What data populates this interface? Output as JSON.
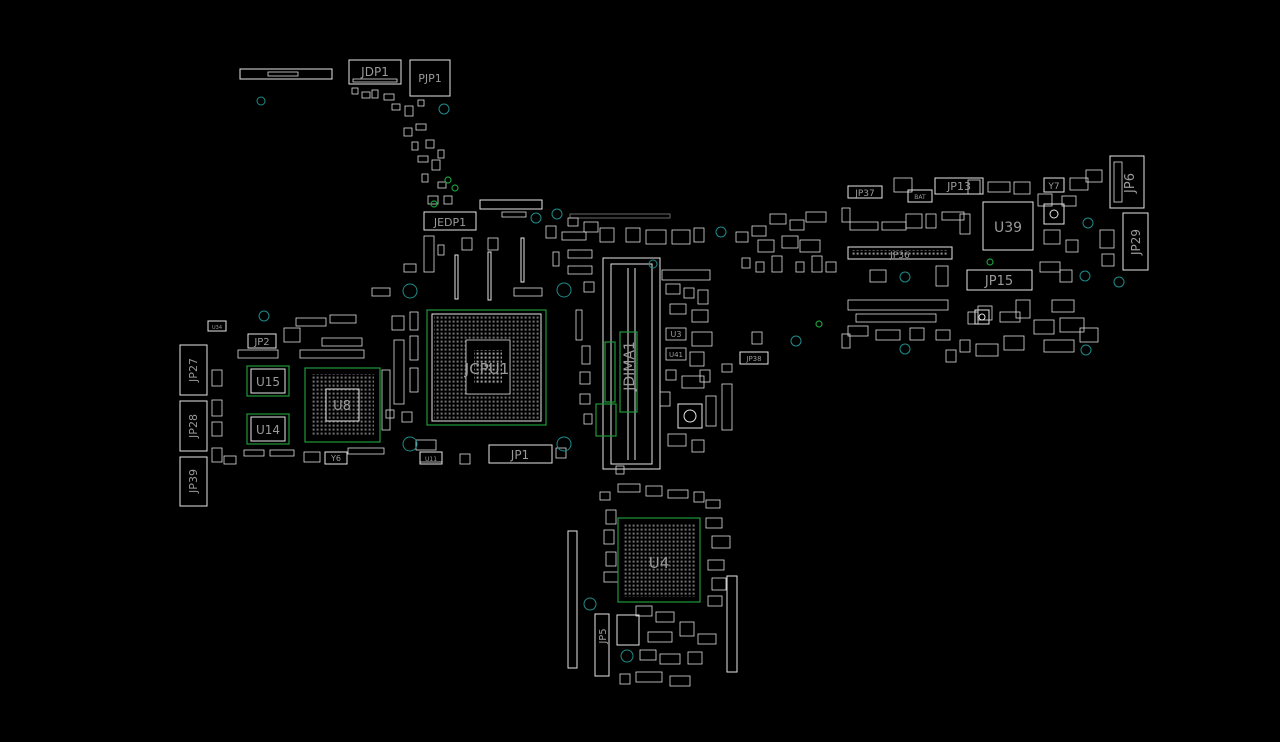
{
  "viewer": {
    "background": "#000000",
    "outline_color": "#e6e6e6",
    "highlight_color": "#1f9a3a",
    "via_color": "#1f8a8a",
    "label_color": "#9a9a9a"
  },
  "components": {
    "jdp1": "JDP1",
    "pjp1": "PJP1",
    "jedp1": "JEDP1",
    "jcpu1": "JCPU1",
    "jp1": "JP1",
    "jdima1": "JDIMA1",
    "u4": "U4",
    "u8": "U8",
    "u15": "U15",
    "u14": "U14",
    "jp2": "JP2",
    "jp27": "JP27",
    "jp28": "JP28",
    "jp39": "JP39",
    "jp5": "JP5",
    "jp37": "JP37",
    "jp13": "JP13",
    "u39": "U39",
    "jp6": "JP6",
    "jp29": "JP29",
    "jp15": "JP15",
    "jp38": "JP38",
    "jp36": "JP36",
    "y7": "Y7",
    "y6": "Y6",
    "u3": "U3",
    "u41": "U41",
    "u11": "U11",
    "u34": "U34",
    "bat": "BAT"
  }
}
